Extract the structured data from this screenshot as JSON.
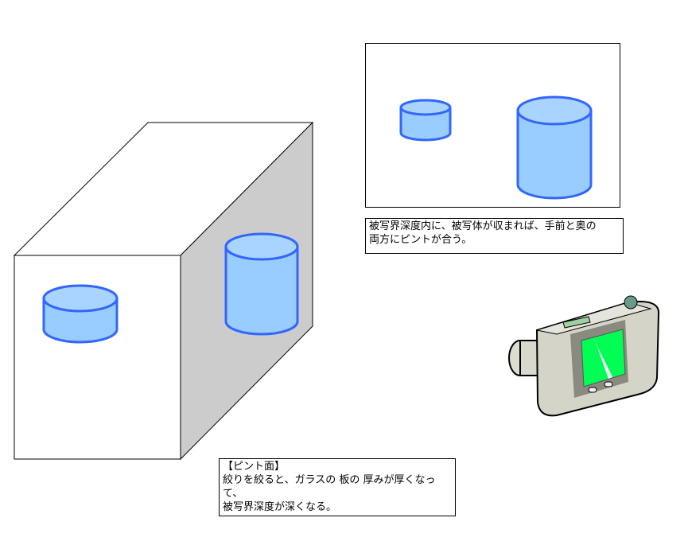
{
  "caption_top": {
    "line1": "被写界深度内に、被写体が収まれば、手前と奥の",
    "line2": "両方にピントが合う。"
  },
  "caption_bottom": {
    "heading": "【ピント面】",
    "line1": "絞りを絞ると、ガラスの 板の 厚みが厚くなって、",
    "line2": "被写界深度が深くなる。"
  },
  "colors": {
    "cylinder_fill": "#99ccff",
    "cylinder_stroke": "#3366ff",
    "box_side": "#cccccc",
    "screen": "#00ff55"
  }
}
